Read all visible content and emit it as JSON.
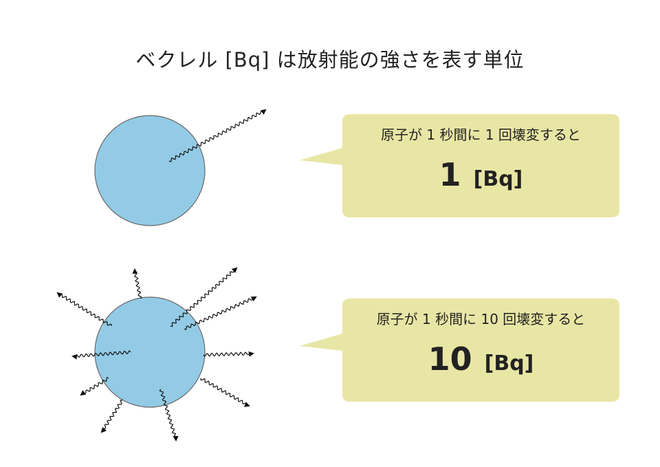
{
  "title": "ベクレル [Bq] は放射能の強さを表す単位",
  "colors": {
    "atom": "#93CBE6",
    "atom_stroke": "#666666",
    "bubble": "#E8E6A4",
    "ray": "#111111"
  },
  "panels": [
    {
      "caption": "原子が 1 秒間に 1 回壊変すると",
      "value": "1",
      "unit": "[Bq]"
    },
    {
      "caption": "原子が 1 秒間に 10 回壊変すると",
      "value": "10",
      "unit": "[Bq]"
    }
  ]
}
